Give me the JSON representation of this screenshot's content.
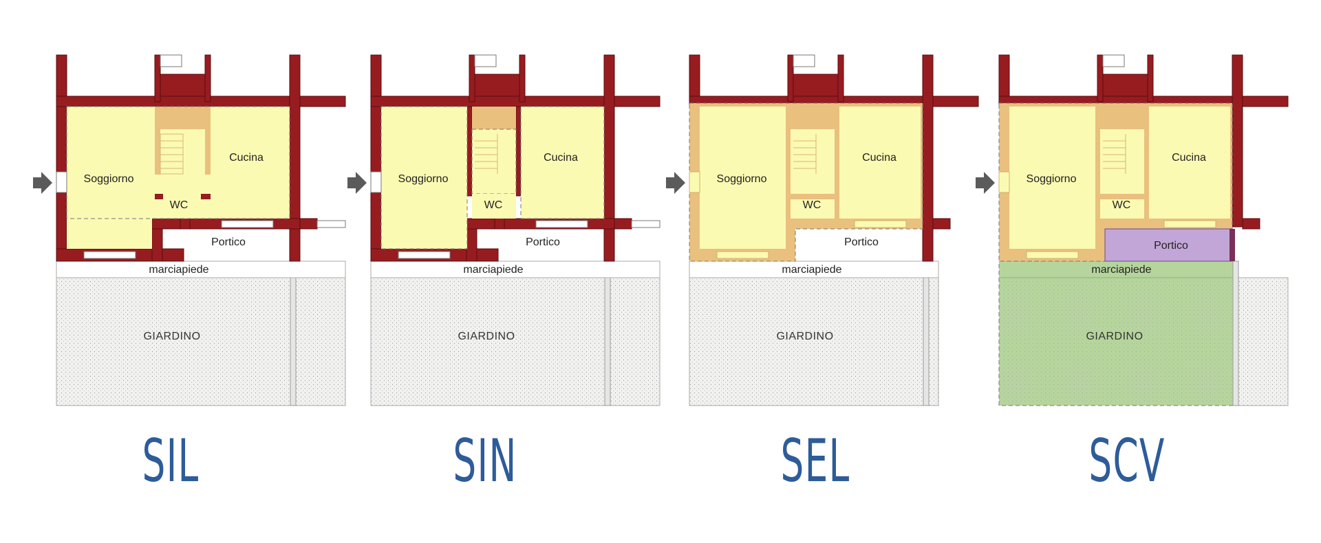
{
  "rooms": {
    "living": "Soggiorno",
    "kitchen": "Cucina",
    "wc": "WC",
    "porch": "Portico",
    "sidewalk": "marciapiede",
    "garden": "GIARDINO"
  },
  "panels": [
    {
      "caption": "SIL"
    },
    {
      "caption": "SIN"
    },
    {
      "caption": "SEL"
    },
    {
      "caption": "SCV"
    }
  ],
  "colors": {
    "wall": "#971c20",
    "floor_yellow": "#fbfab2",
    "floor_tan": "#e9c07e",
    "porch_purple": "#c3a6d8",
    "garden_green": "#b6d59d",
    "garden_grey": "#f1f1ef",
    "caption_blue": "#2e5c9a",
    "arrow_grey": "#5b5b5b"
  }
}
